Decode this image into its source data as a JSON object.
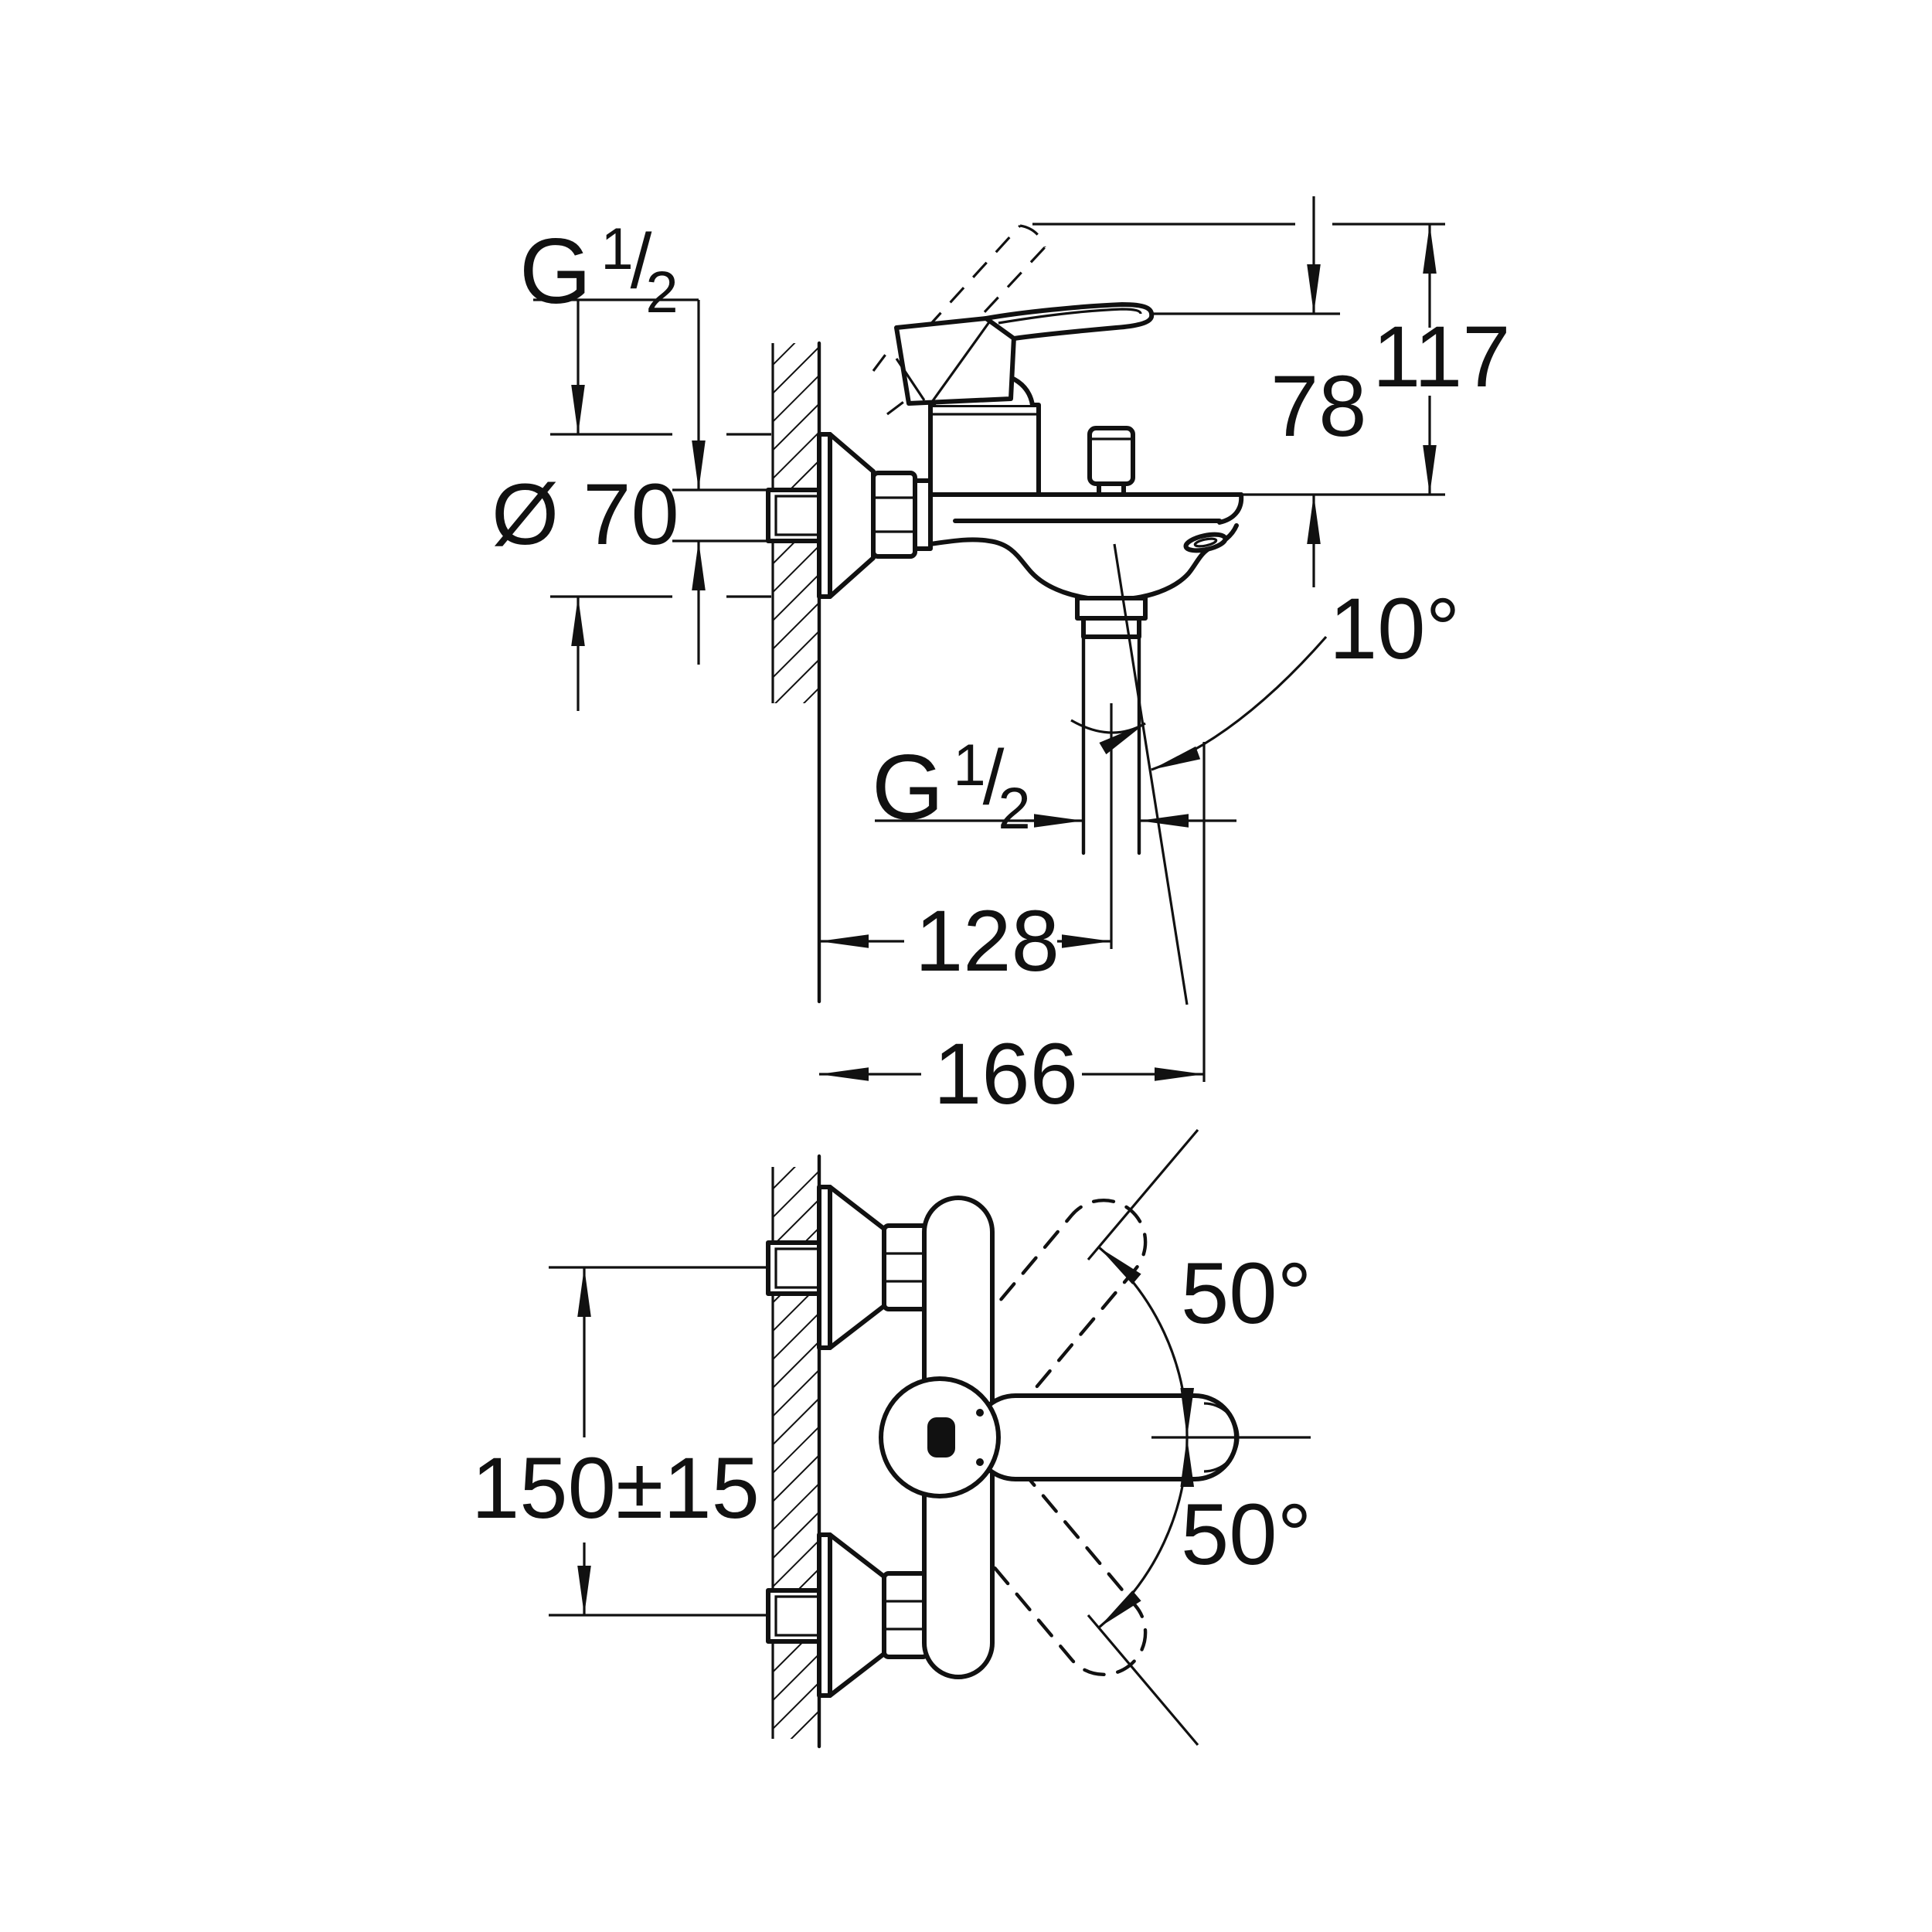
{
  "drawing": {
    "background": "#ffffff",
    "line_color": "#111111",
    "side_view": {
      "thread_label_top": {
        "prefix": "G",
        "numerator": "1",
        "slash": "/",
        "denominator": "2"
      },
      "escutcheon_diameter": "Ø 70",
      "height_open_lever": "117",
      "height_closed_lever": "78",
      "spout_angle": "10°",
      "thread_label_shower": {
        "prefix": "G",
        "numerator": "1",
        "slash": "/",
        "denominator": "2"
      },
      "wall_to_shower_axis": "128",
      "wall_to_spout_tip": "166"
    },
    "front_view": {
      "inlet_center_distance": "150±15",
      "lever_swivel_up": "50°",
      "lever_swivel_down": "50°"
    }
  }
}
